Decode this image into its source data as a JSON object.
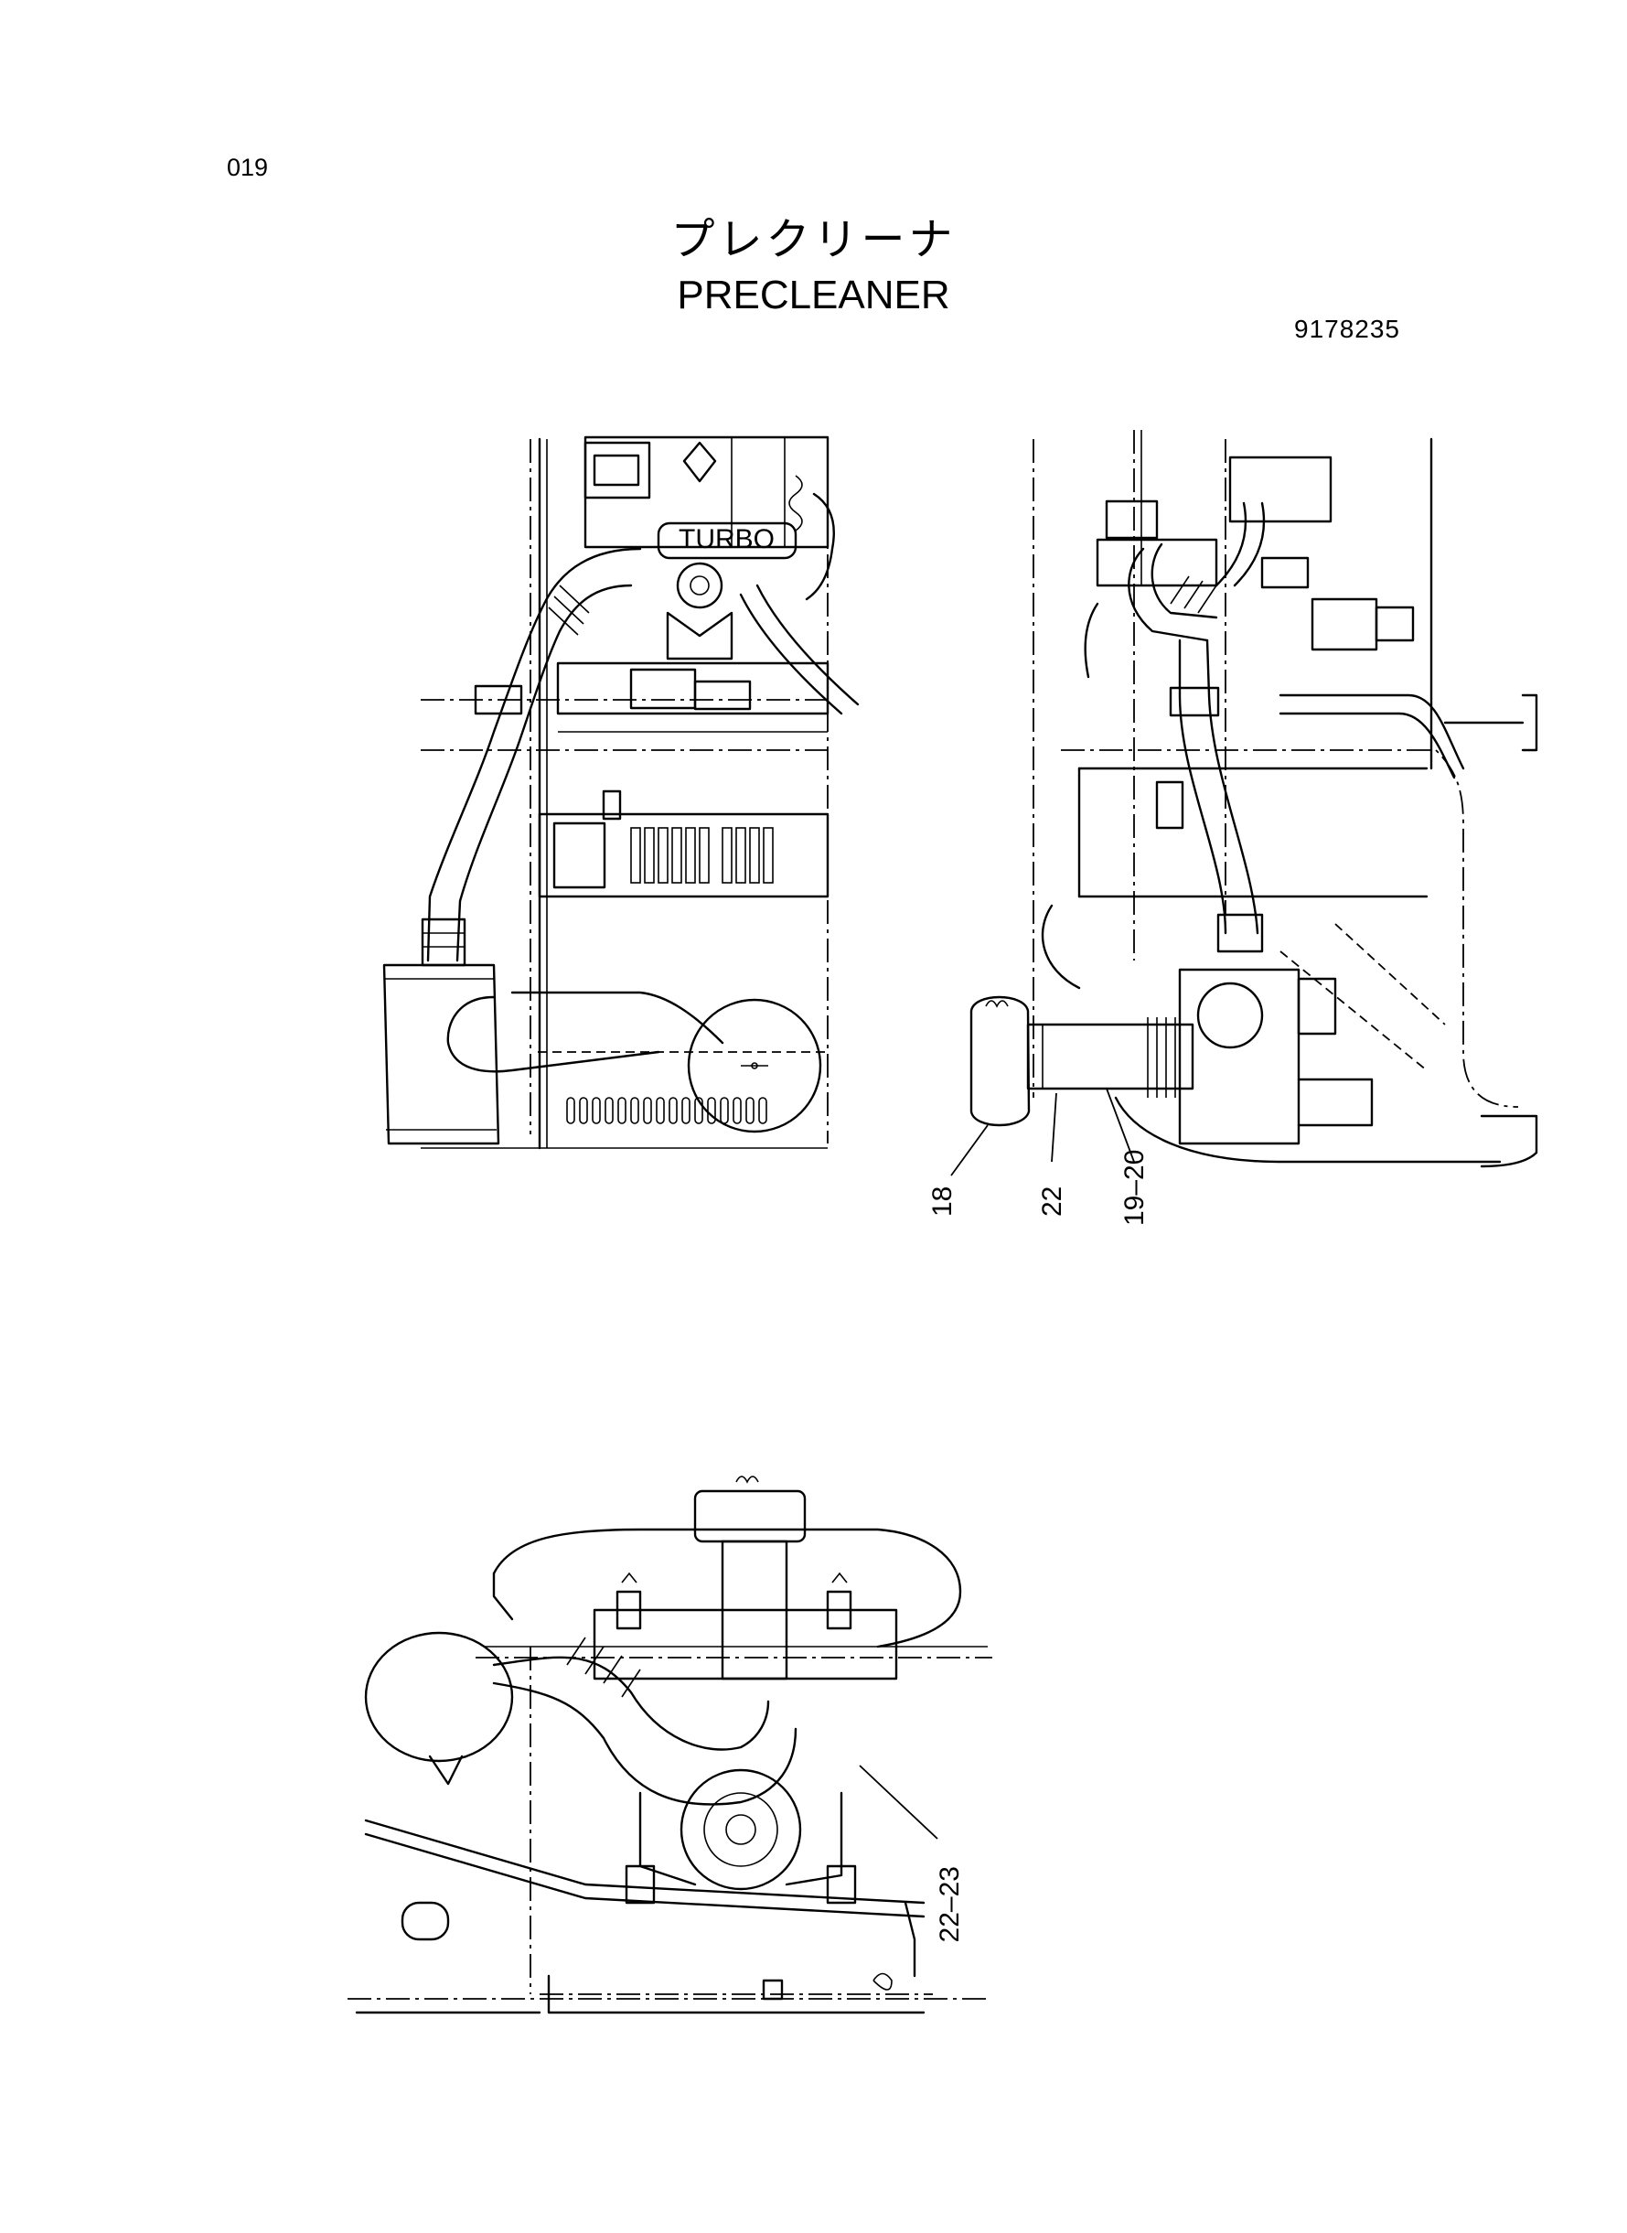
{
  "page": {
    "page_number": "019",
    "title_japanese": "プレクリーナ",
    "title_english": "PRECLEANER",
    "part_number": "9178235"
  },
  "colors": {
    "ink": "#000000",
    "paper": "#ffffff"
  },
  "callouts": {
    "side_view": [
      {
        "label": "18"
      },
      {
        "label": "22"
      },
      {
        "label": "19–20"
      }
    ],
    "rear_view": [
      {
        "label": "22–23"
      }
    ]
  }
}
